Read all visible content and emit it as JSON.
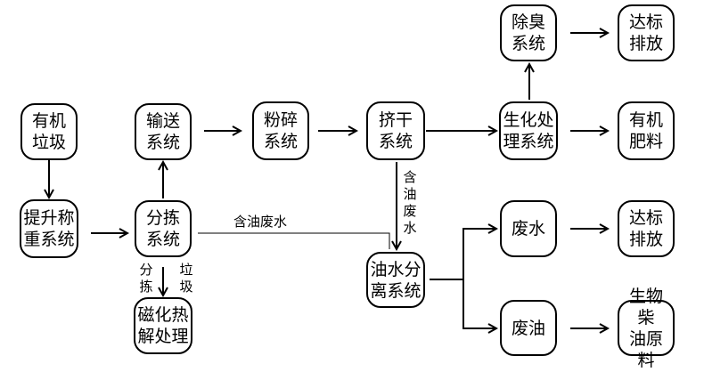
{
  "nodes": {
    "organic_waste": "有机\n垃圾",
    "weigh": "提升称\n重系统",
    "conveyor": "输送\n系统",
    "sorting": "分拣\n系统",
    "magnetic": "磁化热\n解处理",
    "crusher": "粉碎\n系统",
    "squeeze": "挤干\n系统",
    "deodor": "除臭\n系统",
    "bio": "生化处\n理系统",
    "discharge1": "达标\n排放",
    "fertilizer": "有机\n肥料",
    "oil_water": "油水分\n离系统",
    "wastewater": "废水",
    "waste_oil": "废油",
    "discharge2": "达标\n排放",
    "biodiesel": "生物柴\n油原料"
  },
  "labels": {
    "oily_water_h": "含油废水",
    "oily_water_v": "含\n油\n废\n水",
    "sorted": "分\n拣",
    "garbage": "垃\n圾"
  }
}
